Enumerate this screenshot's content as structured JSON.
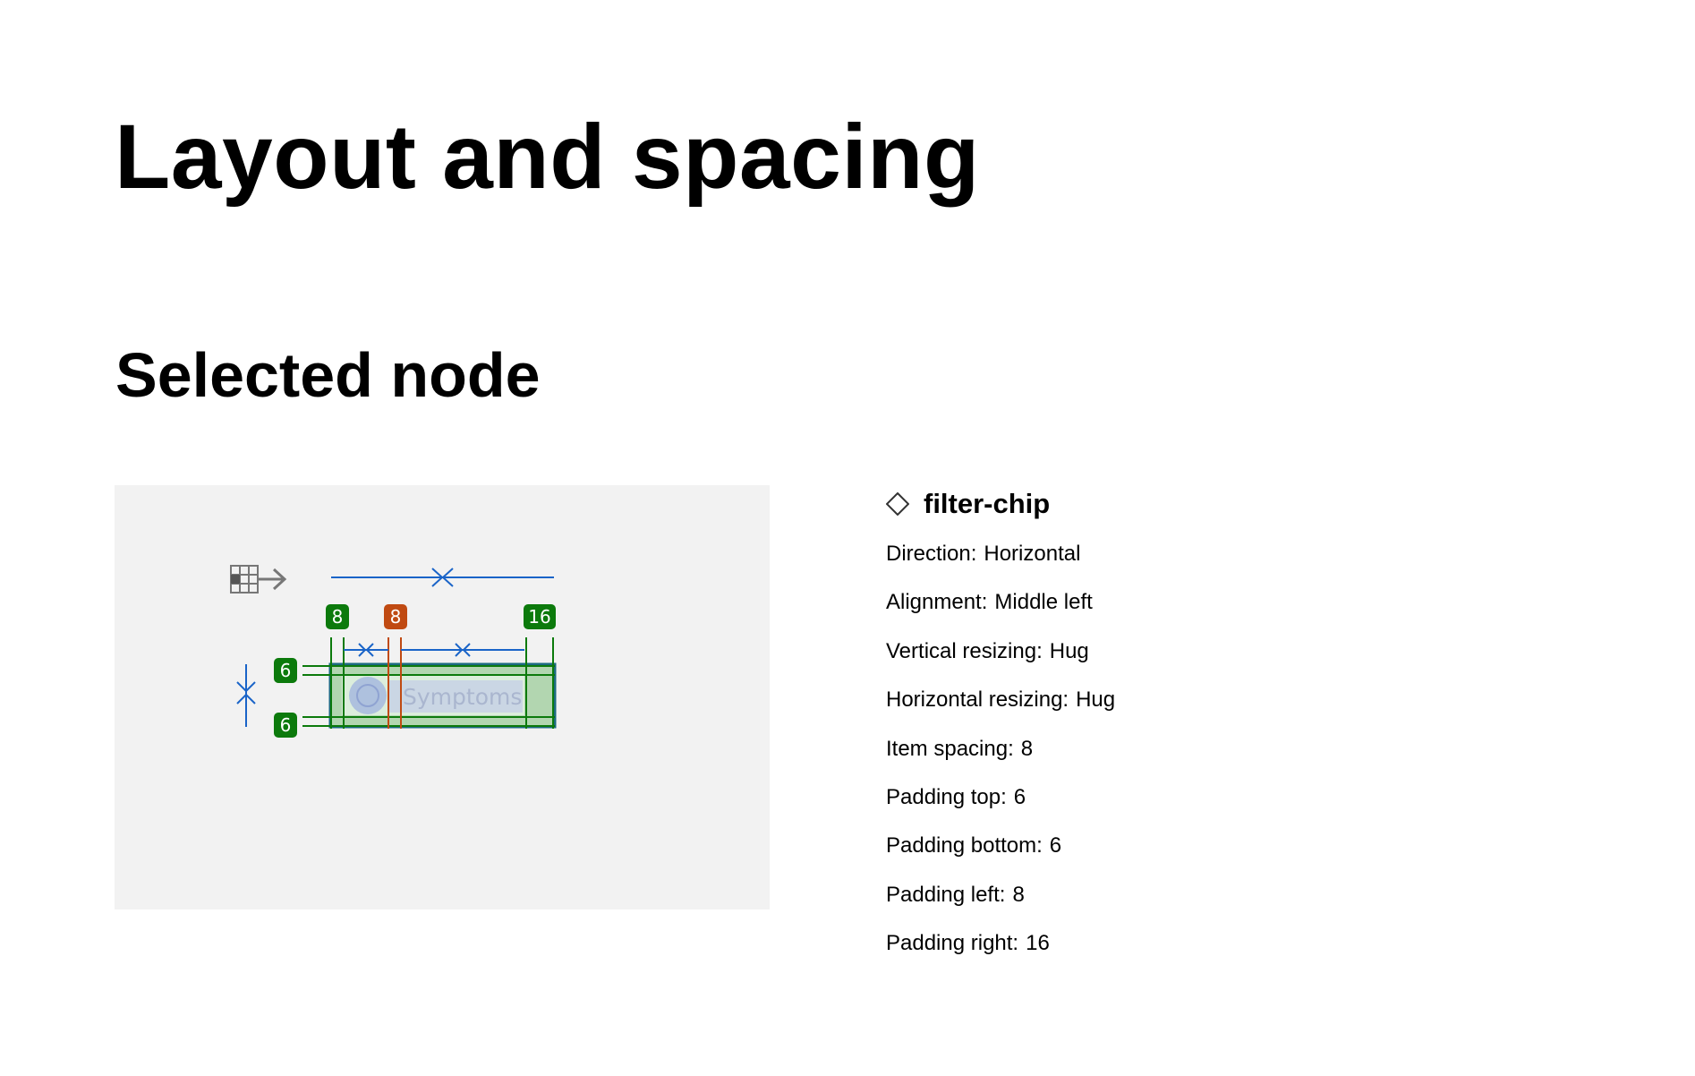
{
  "page": {
    "title": "Layout and spacing",
    "section_title": "Selected node"
  },
  "preview": {
    "chip_label": "Symptoms",
    "badges": {
      "padding_left": "8",
      "item_spacing": "8",
      "padding_right": "16",
      "padding_top": "6",
      "padding_bottom": "6"
    },
    "icons": [
      "auto-layout-horizontal-icon",
      "chip-leading-icon"
    ],
    "colors": {
      "background": "#f2f2f2",
      "padding_overlay": "#b2d6b0",
      "padding_badge": "#0c7a0c",
      "spacing_badge": "#c04a12",
      "measure_arrow": "#1a64c8",
      "frame_outline": "#1c6a80",
      "spacing_line": "#c04a12"
    }
  },
  "node": {
    "icon": "component-diamond-icon",
    "name": "filter-chip",
    "properties": [
      {
        "label": "Direction:",
        "value": "Horizontal"
      },
      {
        "label": "Alignment:",
        "value": "Middle left"
      },
      {
        "label": "Vertical resizing:",
        "value": "Hug"
      },
      {
        "label": "Horizontal resizing:",
        "value": "Hug"
      },
      {
        "label": "Item spacing:",
        "value": "8"
      },
      {
        "label": "Padding top:",
        "value": "6"
      },
      {
        "label": "Padding bottom:",
        "value": "6"
      },
      {
        "label": "Padding left:",
        "value": "8"
      },
      {
        "label": "Padding right:",
        "value": "16"
      }
    ]
  }
}
